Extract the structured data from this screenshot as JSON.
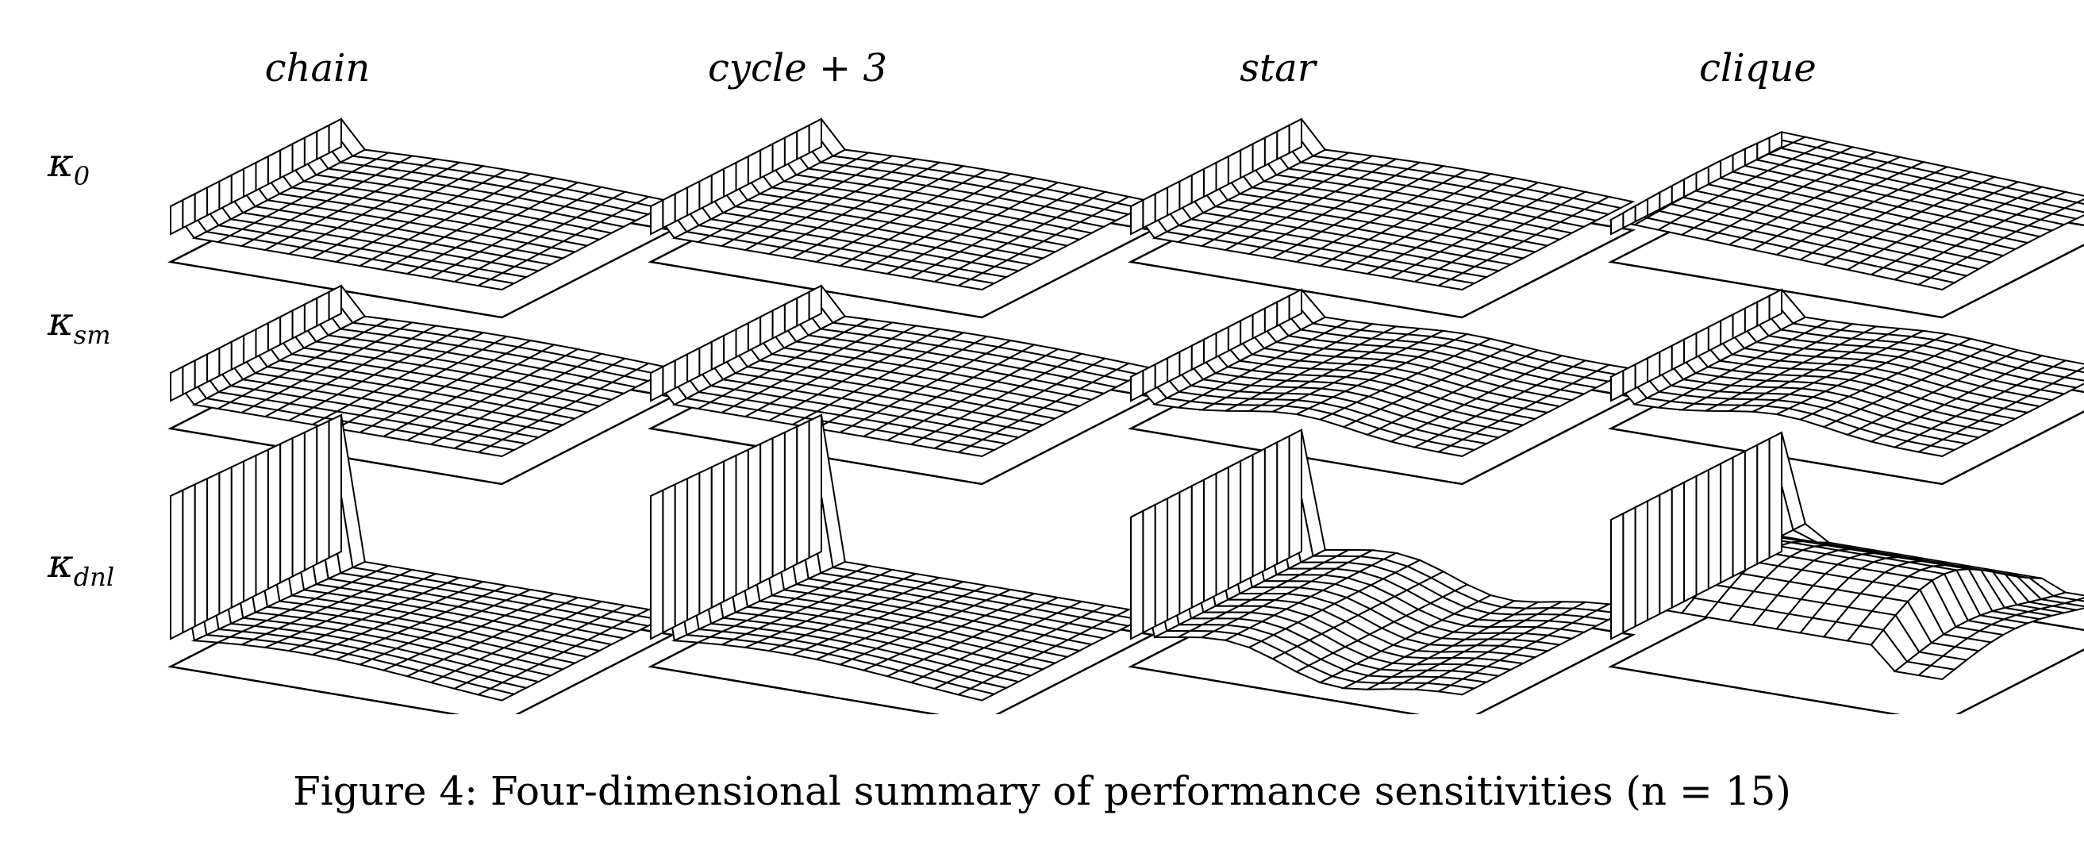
{
  "columns": [
    "chain",
    "cycle + 3",
    "star",
    "clique"
  ],
  "rows": [
    {
      "symbol": "κ",
      "sub": "0"
    },
    {
      "symbol": "κ",
      "sub": "sm"
    },
    {
      "symbol": "κ",
      "sub": "dnl"
    }
  ],
  "caption": "Figure 4: Four-dimensional summary of performance sensitivities (n = 15)",
  "panels": [
    {
      "row": 0,
      "col": 0,
      "profile": "flat_wall_small"
    },
    {
      "row": 0,
      "col": 1,
      "profile": "flat_wall_small"
    },
    {
      "row": 0,
      "col": 2,
      "profile": "flat_wall_small"
    },
    {
      "row": 0,
      "col": 3,
      "profile": "flat_small"
    },
    {
      "row": 1,
      "col": 0,
      "profile": "flat_wall_small"
    },
    {
      "row": 1,
      "col": 1,
      "profile": "flat_wall_small"
    },
    {
      "row": 1,
      "col": 2,
      "profile": "flat_bump"
    },
    {
      "row": 1,
      "col": 3,
      "profile": "flat_bump"
    },
    {
      "row": 2,
      "col": 0,
      "profile": "tall_wall"
    },
    {
      "row": 2,
      "col": 1,
      "profile": "tall_wall"
    },
    {
      "row": 2,
      "col": 2,
      "profile": "tall_wall_dip"
    },
    {
      "row": 2,
      "col": 3,
      "profile": "wall_plateau"
    }
  ]
}
